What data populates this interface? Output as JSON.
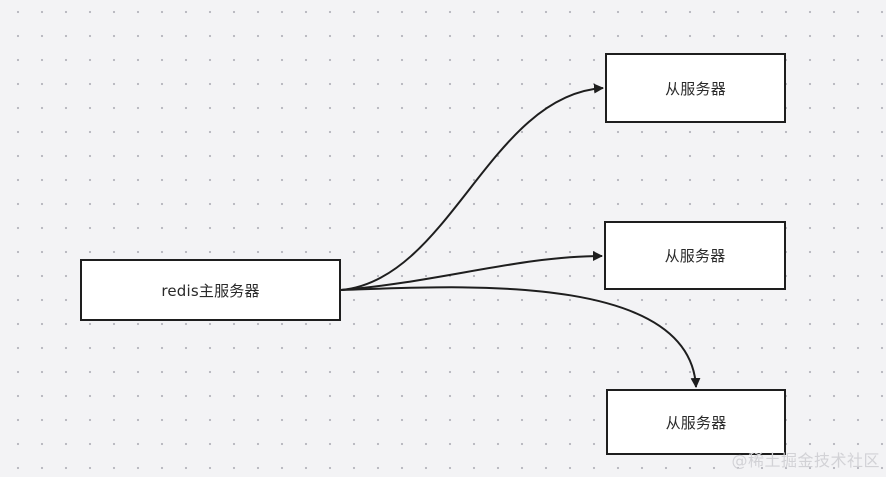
{
  "diagram": {
    "master": {
      "label": "redis主服务器"
    },
    "slaves": [
      {
        "label": "从服务器"
      },
      {
        "label": "从服务器"
      },
      {
        "label": "从服务器"
      }
    ],
    "edges": [
      {
        "from": "master",
        "to": "slave1"
      },
      {
        "from": "master",
        "to": "slave2"
      },
      {
        "from": "master",
        "to": "slave3"
      }
    ]
  },
  "watermark": "@稀土掘金技术社区",
  "colors": {
    "stroke": "#1e1e1e",
    "node_fill": "#ffffff",
    "background": "#f3f3f5"
  }
}
